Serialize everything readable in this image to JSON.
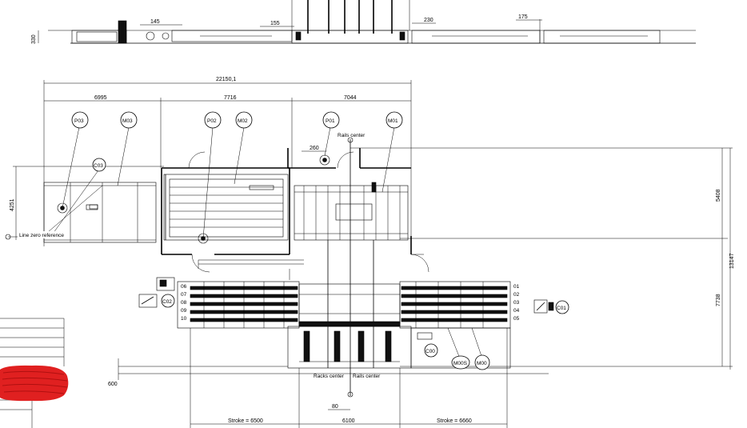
{
  "top_view": {
    "dim_a": "145",
    "dim_b": "155",
    "dim_c": "230",
    "dim_d": "175",
    "dim_height": "330"
  },
  "plan": {
    "total_width": "22150,1",
    "seg1": "6995",
    "seg2": "7716",
    "seg3": "7044",
    "dim_260": "260",
    "dim_4251": "4251",
    "dim_5408": "5408",
    "dim_13147": "13147",
    "dim_7738": "7738",
    "dim_600": "600",
    "dim_80": "80",
    "dim_6100": "6100",
    "stroke_left": "Stroke = 6500",
    "stroke_right": "Stroke = 6660",
    "rails_center_top": "Rails center",
    "racks_center": "Racks center",
    "rails_center_bottom": "Rails center",
    "line_zero": "Line zero reference"
  },
  "labels": {
    "p03": "P03",
    "m03": "M03",
    "p02": "P02",
    "m02": "M02",
    "p01": "P01",
    "m01": "M01",
    "c03": "C03",
    "c02": "C02",
    "c01": "C01",
    "c00": "C00",
    "m00s": "M00S",
    "m00": "M00"
  },
  "rack_rows_left": [
    "06",
    "07",
    "08",
    "09",
    "10"
  ],
  "rack_rows_right": [
    "01",
    "02",
    "03",
    "04",
    "05"
  ],
  "colors": {
    "stamp": "#e02020",
    "line": "#000000"
  }
}
